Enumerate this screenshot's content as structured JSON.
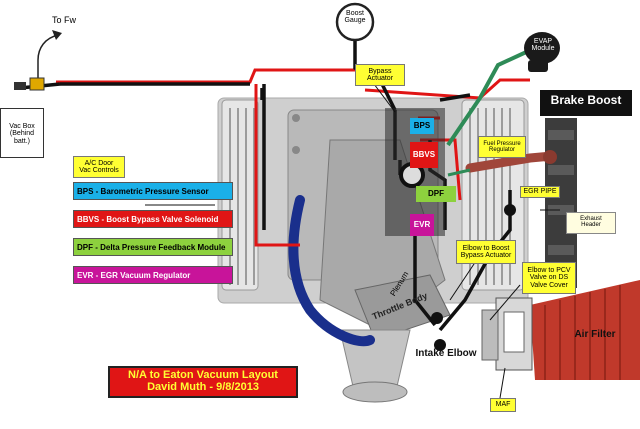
{
  "labels": {
    "to_fw": "To Fw",
    "vac_box": "Vac Box\n(Behind\nbatt.)",
    "boost_gauge": "Boost\nGauge",
    "evap_module": "EVAP\nModule",
    "bypass_actuator": "Bypass\nActuator",
    "brake_boost": "Brake Boost",
    "bps": "BPS",
    "bbvs": "BBVS",
    "dpf": "DPF",
    "evr": "EVR",
    "fuel_pressure_regulator": "Fuel Pressure\nRegulator",
    "egr_pipe": "EGR PIPE",
    "exhaust_header": "Exhaust\nHeader",
    "ac_door": "A/C Door\nVac Controls",
    "elbow_to_boost_bypass": "Elbow to Boost\nBypass Actuator",
    "elbow_to_pcv": "Elbow to PCV\nValve on DS\nValve Cover",
    "plenum": "Plenum",
    "throttle_body": "Throttle Body",
    "intake_elbow": "Intake Elbow",
    "air_filter": "Air Filter",
    "maf": "MAF"
  },
  "legend": [
    {
      "text": "BPS - Barometric Pressure Sensor",
      "color": "#1ab0e8"
    },
    {
      "text": "BBVS - Boost Bypass Valve Solenoid",
      "color": "#e01515"
    },
    {
      "text": "DPF - Delta Pressure Feedback Module",
      "color": "#8dd13e"
    },
    {
      "text": "EVR - EGR Vacuum Regulator",
      "color": "#c8149a"
    }
  ],
  "title_box": {
    "line1": "N/A to Eaton Vacuum Layout",
    "line2": "David Muth - 9/8/2013"
  },
  "colors": {
    "vacuum_line_red": "#e01515",
    "vacuum_line_black": "#111111",
    "vacuum_line_green": "#2e8b57",
    "intake_blue": "#1a2f8c",
    "label_yellow": "#ffff33",
    "egr_brown": "#a0463a",
    "air_filter_red": "#c0392b"
  }
}
